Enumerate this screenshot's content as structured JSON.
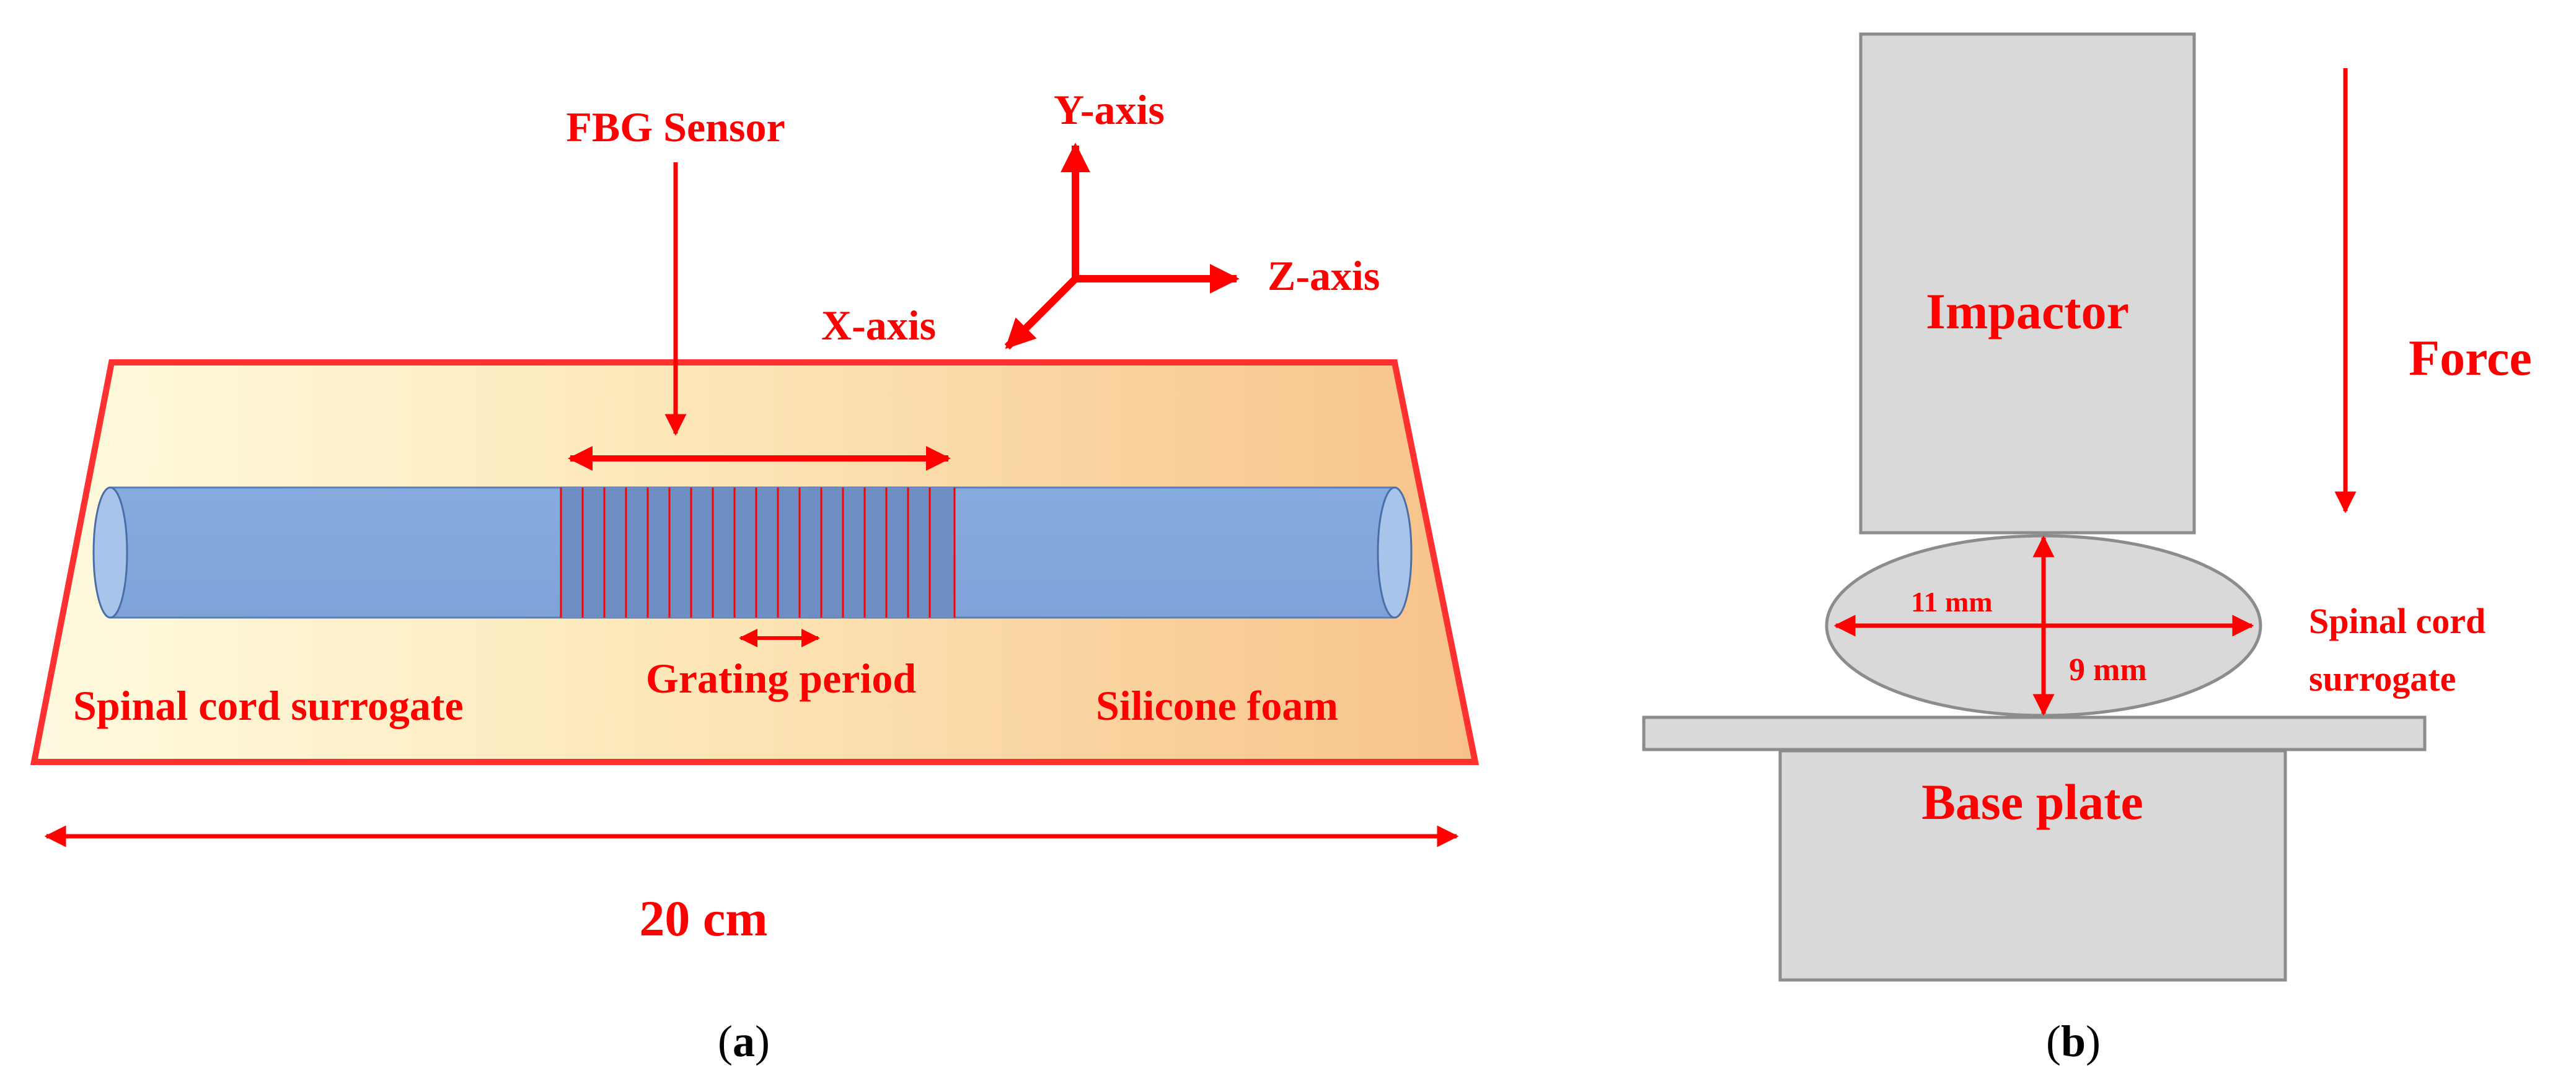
{
  "panel_a": {
    "labels": {
      "fbg_sensor": "FBG Sensor",
      "y_axis": "Y-axis",
      "z_axis": "Z-axis",
      "x_axis": "X-axis",
      "spinal_cord_surrogate": "Spinal cord surrogate",
      "grating_period": "Grating period",
      "silicone_foam": "Silicone foam",
      "length": "20 cm"
    },
    "caption": {
      "open": "(",
      "letter": "a",
      "close": ")"
    }
  },
  "panel_b": {
    "labels": {
      "impactor": "Impactor",
      "force": "Force",
      "width": "11 mm",
      "height": "9 mm",
      "spinal_cord_line1": "Spinal cord",
      "spinal_cord_line2": "surrogate",
      "base_plate": "Base plate"
    },
    "caption": {
      "open": "(",
      "letter": "b",
      "close": ")"
    }
  },
  "colors": {
    "annotation_red": "#ff0000",
    "cylinder_blue": "#7fa6dc",
    "grating_blue": "#6f8fc4",
    "foam_light": "#fff8d8",
    "foam_dark": "#f6c48c",
    "gray_part": "#d9d9d9",
    "gray_stroke": "#8c8c8c"
  }
}
